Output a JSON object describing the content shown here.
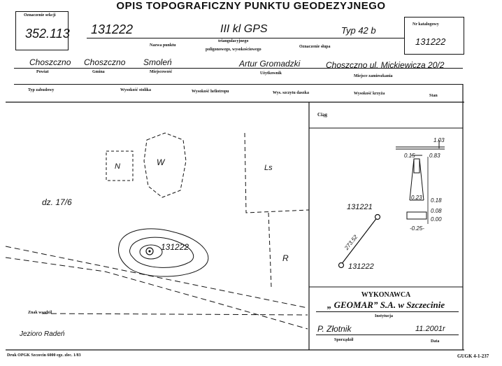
{
  "header": {
    "title": "OPIS TOPOGRAFICZNY PUNKTU GEODEZYJNEGO",
    "section_label": "Oznaczenie sekcji",
    "section_value": "352.113",
    "point_number": "131222",
    "class_value": "III kl GPS",
    "type_value": "Typ 42 b",
    "catalog_label": "Nr katalogowy",
    "catalog_value": "131222",
    "point_name_label": "Nazwa punktu",
    "network_line1": "triangulacyjnego",
    "network_line2": "poligonowego, wysokościowego",
    "marker_label": "Oznaczenie słupa"
  },
  "row2": {
    "powiat_label": "Powiat",
    "powiat_value": "Choszczno",
    "gmina_label": "Gmina",
    "gmina_value": "Choszczno",
    "miejscowosc_label": "Miejscowość",
    "miejscowosc_value": "Smoleń",
    "uzytkownik_label": "Użytkownik",
    "uzytkownik_value": "Artur Gromadzki",
    "miejsce_label": "Miejsce zamieszkania",
    "miejsce_value": "Choszczno ul. Mickiewicza 20/2"
  },
  "row3": {
    "typ_label": "Typ zabudowy",
    "stolik_label": "Wysokość stolika",
    "heliotrop_label": "Wysokość heliotropu",
    "szczyt_label": "Wys. szczytu daszka",
    "krzyz_label": "Wysokość krzyża",
    "stan_label": "Stan"
  },
  "map": {
    "label_N": "N",
    "label_W": "W",
    "label_Ls": "Ls",
    "label_R": "R",
    "label_dz": "dz. 17/6",
    "label_point": "131222",
    "label_znak": "Znak wsadzil",
    "label_lake": "Jezioro Radeń"
  },
  "sketch": {
    "title": "Ciąg",
    "pt_top": "131221",
    "pt_bottom": "131222",
    "distance": "273.52",
    "d_103": "1.03",
    "d_015": "0.15",
    "d_083": "0.83",
    "d_023": "0.23",
    "d_018": "0.18",
    "d_008": "0.08",
    "d_000": "0.00",
    "d_025": "-0.25-"
  },
  "footer": {
    "wykonawca_label": "WYKONAWCA",
    "company": "„ GEOMAR” S.A. w Szczecinie",
    "instytucja_label": "Instytucja",
    "author_value": "P. Złotnik",
    "date_value": "11.2001r",
    "sporzadzil_label": "Sporządził",
    "data_label": "Data",
    "print_note": "Druk OPGK Szczecin 6000 egz. zlec. 1/83",
    "form_code": "GUGK 4-1-237"
  }
}
